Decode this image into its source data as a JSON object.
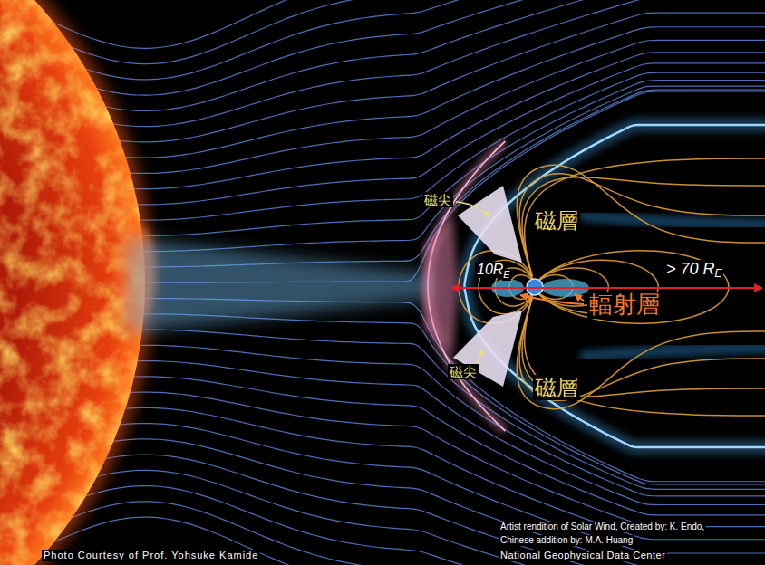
{
  "diagram": {
    "labels": [
      "磁尖",
      "磁層",
      "10R",
      "E",
      "> 70 R",
      "E",
      "輻射層",
      "磁尖",
      "磁層",
      "Artist rendition of Solar Wind, Created by: K. Endo,",
      "Chinese addition by: M.A. Huang",
      "Photo Courtesy of Prof. Yohsuke Kamide",
      "National Geophysical Data Center"
    ]
  }
}
